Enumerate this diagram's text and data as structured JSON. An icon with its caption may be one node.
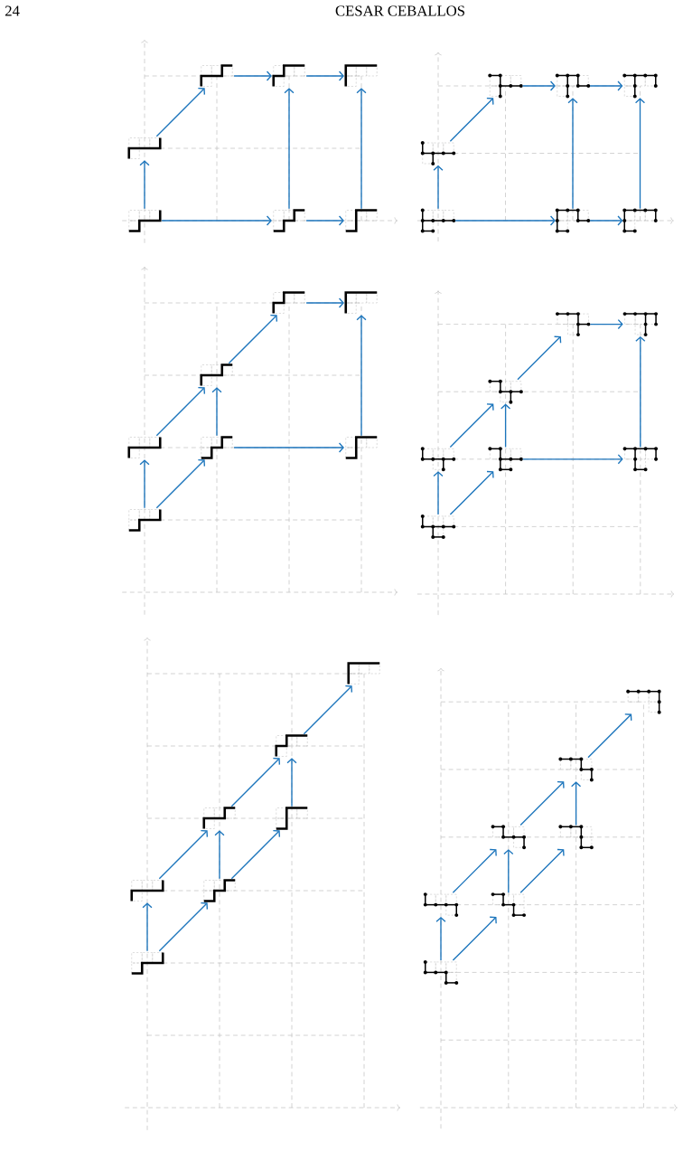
{
  "diagram": {
    "nodes": [
      {
        "text": [],
        "shape": "picture"
      },
      {
        "text": [],
        "shape": "picture"
      },
      {
        "text": [],
        "shape": "picture"
      },
      {
        "text": [],
        "shape": "picture"
      },
      {
        "text": [],
        "shape": "picture"
      },
      {
        "text": [],
        "shape": "picture"
      },
      {
        "text": [],
        "shape": "picture"
      },
      {
        "text": [],
        "shape": "picture"
      },
      {
        "text": [],
        "shape": "picture"
      },
      {
        "text": [],
        "shape": "picture"
      },
      {
        "text": [],
        "shape": "picture"
      },
      {
        "text": [],
        "shape": "picture"
      },
      {
        "text": [],
        "shape": "picture"
      },
      {
        "text": [],
        "shape": "picture"
      },
      {
        "text": [],
        "shape": "picture"
      },
      {
        "text": [],
        "shape": "picture"
      },
      {
        "text": [],
        "shape": "picture"
      },
      {
        "text": [],
        "shape": "picture"
      },
      {
        "text": [],
        "shape": "picture"
      },
      {
        "text": [],
        "shape": "picture"
      },
      {
        "text": [],
        "shape": "picture"
      },
      {
        "text": [],
        "shape": "picture"
      },
      {
        "text": [],
        "shape": "picture"
      },
      {
        "text": [],
        "shape": "picture"
      },
      {
        "text": [],
        "shape": "picture"
      },
      {
        "text": [],
        "shape": "picture"
      },
      {
        "text": [],
        "shape": "picture"
      },
      {
        "text": [],
        "shape": "picture"
      },
      {
        "text": [],
        "shape": "picture"
      },
      {
        "text": [],
        "shape": "picture"
      },
      {
        "text": [],
        "shape": "picture"
      },
      {
        "text": [],
        "shape": "picture"
      },
      {
        "text": [],
        "shape": "picture"
      },
      {
        "text": [],
        "shape": "picture"
      },
      {
        "text": [],
        "shape": "picture"
      },
      {
        "text": [],
        "shape": "picture"
      },
      {
        "text": [],
        "shape": "picture"
      },
      {
        "text": [],
        "shape": "picture"
      },
      {
        "text": [],
        "shape": "picture"
      },
      {
        "text": [],
        "shape": "picture"
      },
      {
        "text": [],
        "shape": "picture"
      },
      {
        "text": [],
        "shape": "picture"
      }
    ],
    "edges": [
      {
        "from": 0,
        "to": 1,
        "arrow": "to"
      },
      {
        "from": 1,
        "to": 2,
        "arrow": "to"
      },
      {
        "from": 3,
        "to": 0,
        "arrow": "to"
      },
      {
        "from": 5,
        "to": 1,
        "arrow": "to"
      },
      {
        "from": 6,
        "to": 2,
        "arrow": "to"
      },
      {
        "from": 4,
        "to": 3,
        "arrow": "to"
      },
      {
        "from": 4,
        "to": 5,
        "arrow": "to"
      },
      {
        "from": 5,
        "to": 6,
        "arrow": "to"
      },
      {
        "from": 7,
        "to": 8,
        "arrow": "to"
      },
      {
        "from": 8,
        "to": 9,
        "arrow": "to"
      },
      {
        "from": 10,
        "to": 7,
        "arrow": "to"
      },
      {
        "from": 12,
        "to": 8,
        "arrow": "to"
      },
      {
        "from": 13,
        "to": 9,
        "arrow": "to"
      },
      {
        "from": 11,
        "to": 10,
        "arrow": "to"
      },
      {
        "from": 11,
        "to": 12,
        "arrow": "to"
      },
      {
        "from": 12,
        "to": 13,
        "arrow": "to"
      },
      {
        "from": 14,
        "to": 15,
        "arrow": "to"
      },
      {
        "from": 16,
        "to": 14,
        "arrow": "to"
      },
      {
        "from": 19,
        "to": 15,
        "arrow": "to"
      },
      {
        "from": 17,
        "to": 16,
        "arrow": "to"
      },
      {
        "from": 18,
        "to": 16,
        "arrow": "to"
      },
      {
        "from": 18,
        "to": 19,
        "arrow": "to"
      },
      {
        "from": 20,
        "to": 17,
        "arrow": "to"
      },
      {
        "from": 20,
        "to": 18,
        "arrow": "to"
      },
      {
        "from": 21,
        "to": 22,
        "arrow": "to"
      },
      {
        "from": 23,
        "to": 21,
        "arrow": "to"
      },
      {
        "from": 26,
        "to": 22,
        "arrow": "to"
      },
      {
        "from": 24,
        "to": 23,
        "arrow": "to"
      },
      {
        "from": 25,
        "to": 23,
        "arrow": "to"
      },
      {
        "from": 25,
        "to": 26,
        "arrow": "to"
      },
      {
        "from": 27,
        "to": 24,
        "arrow": "to"
      },
      {
        "from": 27,
        "to": 25,
        "arrow": "to"
      },
      {
        "from": 29,
        "to": 28,
        "arrow": "to"
      },
      {
        "from": 30,
        "to": 29,
        "arrow": "to"
      },
      {
        "from": 31,
        "to": 29,
        "arrow": "to"
      },
      {
        "from": 32,
        "to": 30,
        "arrow": "to"
      },
      {
        "from": 33,
        "to": 30,
        "arrow": "to"
      },
      {
        "from": 33,
        "to": 31,
        "arrow": "to"
      },
      {
        "from": 34,
        "to": 32,
        "arrow": "to"
      },
      {
        "from": 34,
        "to": 33,
        "arrow": "to"
      },
      {
        "from": 36,
        "to": 35,
        "arrow": "to"
      },
      {
        "from": 37,
        "to": 36,
        "arrow": "to"
      },
      {
        "from": 38,
        "to": 36,
        "arrow": "to"
      },
      {
        "from": 39,
        "to": 37,
        "arrow": "to"
      },
      {
        "from": 40,
        "to": 37,
        "arrow": "to"
      },
      {
        "from": 40,
        "to": 38,
        "arrow": "to"
      },
      {
        "from": 41,
        "to": 39,
        "arrow": "to"
      },
      {
        "from": 41,
        "to": 40,
        "arrow": "to"
      }
    ],
    "labels": [
      "24",
      "CESAR CEBALLOS"
    ]
  }
}
